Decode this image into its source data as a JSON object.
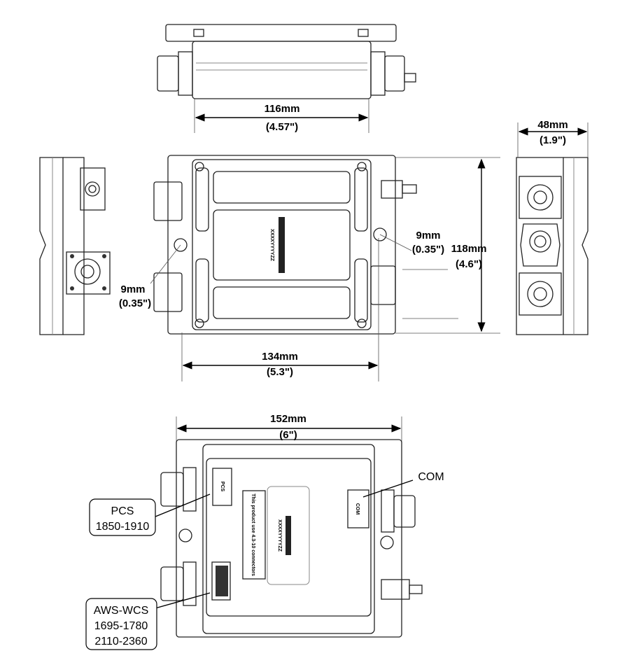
{
  "dimensions": {
    "top_width": {
      "mm": "116mm",
      "in": "(4.57\")"
    },
    "side_depth": {
      "mm": "48mm",
      "in": "(1.9\")"
    },
    "height": {
      "mm": "118mm",
      "in": "(4.6\")"
    },
    "hole_right": {
      "mm": "9mm",
      "in": "(0.35\")"
    },
    "hole_left": {
      "mm": "9mm",
      "in": "(0.35\")"
    },
    "hole_spacing": {
      "mm": "134mm",
      "in": "(5.3\")"
    },
    "overall_width": {
      "mm": "152mm",
      "in": "(6\")"
    }
  },
  "labels": {
    "part_number": "XXXXYYYYZZ",
    "notice": "This product use 4.3-10 connectors",
    "com_tag": "COM",
    "pcs_tag": "PCS"
  },
  "callouts": {
    "pcs": {
      "line1": "PCS",
      "line2": "1850-1910"
    },
    "aws": {
      "line1": "AWS-WCS",
      "line2": "1695-1780",
      "line3": "2110-2360"
    },
    "com": "COM"
  },
  "colors": {
    "line": "#222222",
    "background": "#ffffff"
  }
}
